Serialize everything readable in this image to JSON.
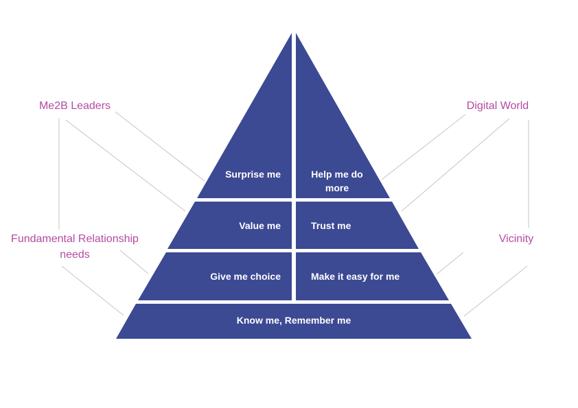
{
  "colors": {
    "segment_fill": "#3c4993",
    "segment_text": "#ffffff",
    "side_label": "#b44aa0",
    "connector": "#c4c4c4"
  },
  "pyramid": {
    "top_left": "Surprise me",
    "top_right_line1": "Help me do",
    "top_right_line2": "more",
    "second_left": "Value me",
    "second_right": "Trust me",
    "third_left": "Give me choice",
    "third_right": "Make it easy for me",
    "base": "Know me, Remember me"
  },
  "side_labels": {
    "upper_left": "Me2B Leaders",
    "lower_left_line1": "Fundamental Relationship",
    "lower_left_line2": "needs",
    "upper_right": "Digital World",
    "lower_right": "Vicinity"
  }
}
